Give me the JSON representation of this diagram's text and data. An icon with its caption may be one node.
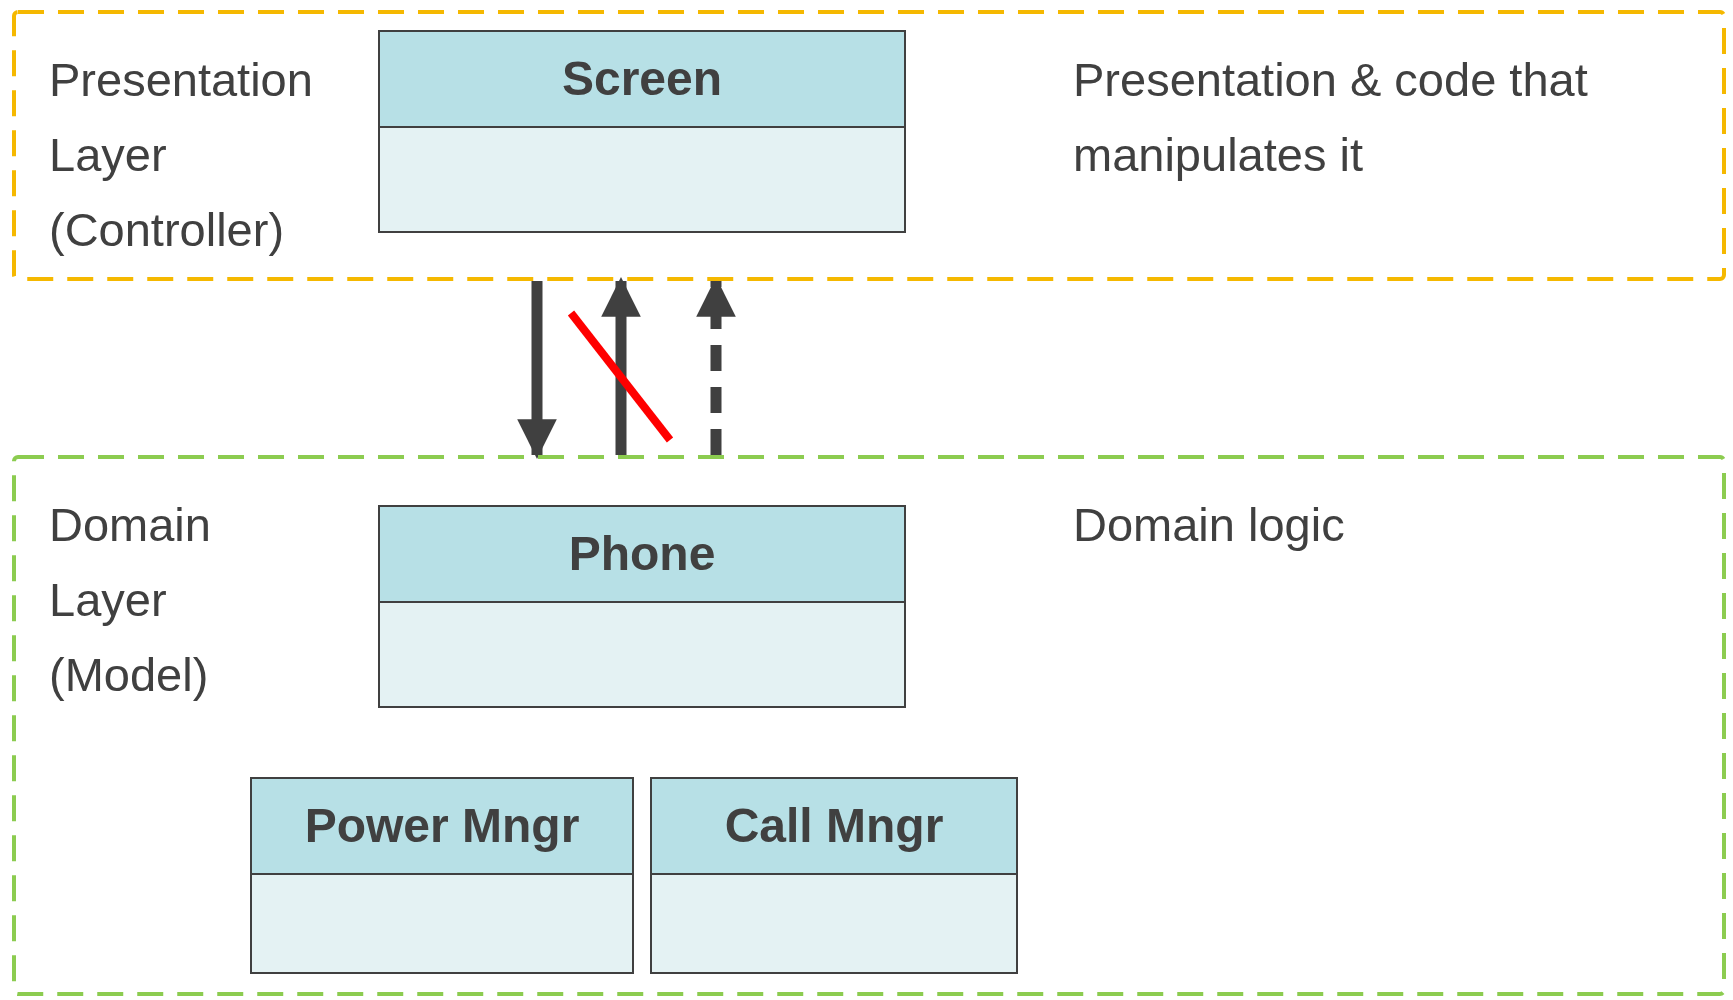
{
  "diagram": {
    "nodes": [
      {
        "text": [
          "Presentation Layer (Controller)",
          "Presentation & code that manipulates it"
        ]
      },
      {
        "text": [
          "Screen"
        ],
        "in": 0
      },
      {
        "text": [
          "Domain Layer (Model)",
          "Domain logic"
        ]
      },
      {
        "text": [
          "Phone"
        ],
        "in": 2
      },
      {
        "text": [
          "Power Mngr"
        ],
        "in": 2
      },
      {
        "text": [
          "Call Mngr"
        ],
        "in": 2
      }
    ],
    "edges": [
      {
        "from": 0,
        "to": 2,
        "arrow": "to"
      },
      {
        "from": 2,
        "to": 0,
        "arrow": "to"
      },
      {
        "from": 2,
        "to": 0,
        "arrow": "to",
        "style": "dashed"
      }
    ]
  }
}
